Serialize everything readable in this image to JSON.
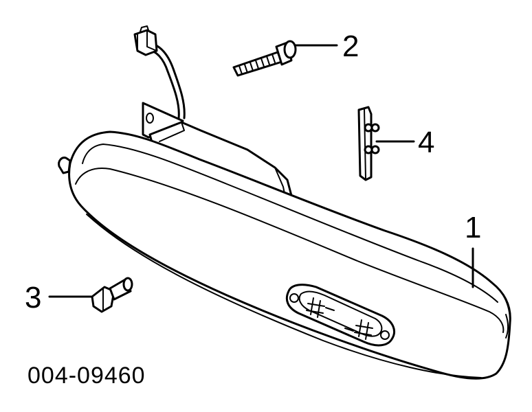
{
  "diagram": {
    "callouts": [
      {
        "id": "1",
        "label": "1"
      },
      {
        "id": "2",
        "label": "2"
      },
      {
        "id": "3",
        "label": "3"
      },
      {
        "id": "4",
        "label": "4"
      }
    ],
    "part_code": "004-09460"
  }
}
